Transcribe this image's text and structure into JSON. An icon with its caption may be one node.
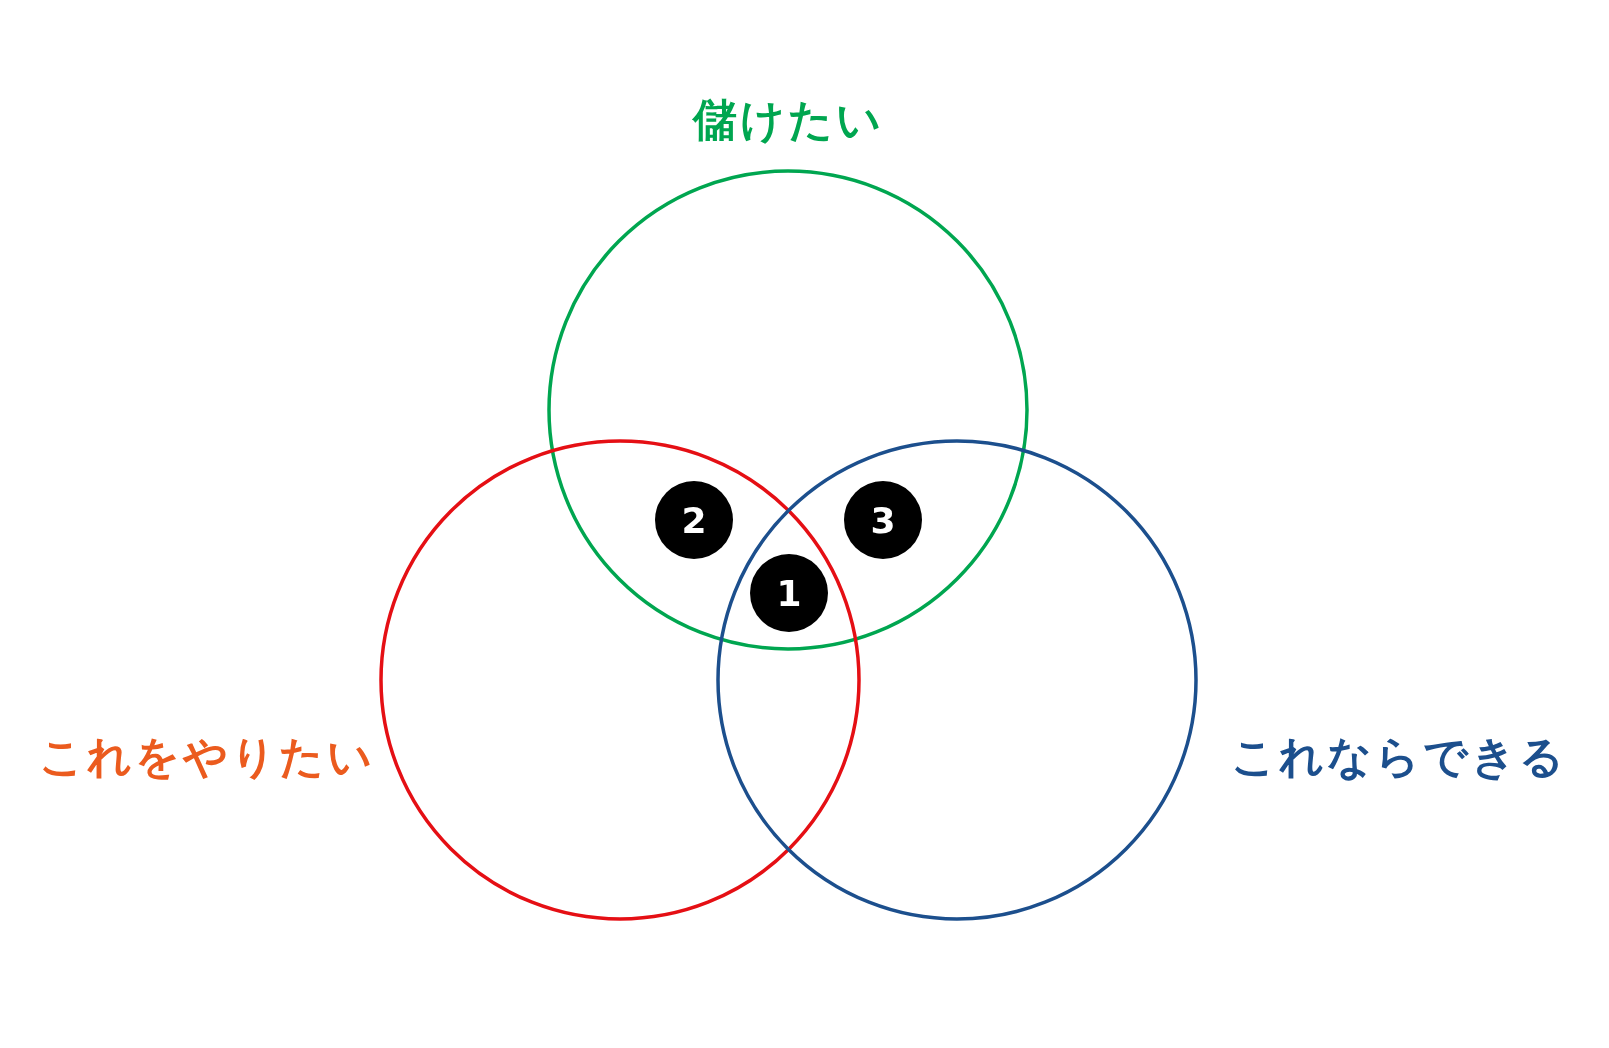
{
  "diagram": {
    "nodes": [
      {
        "text": [
          "儲けたい"
        ]
      },
      {
        "text": [
          "これをやりたい"
        ]
      },
      {
        "text": [
          "これならできる"
        ]
      },
      {
        "text": [
          "2"
        ]
      },
      {
        "text": [
          "3"
        ]
      },
      {
        "text": [
          "1"
        ]
      }
    ]
  }
}
